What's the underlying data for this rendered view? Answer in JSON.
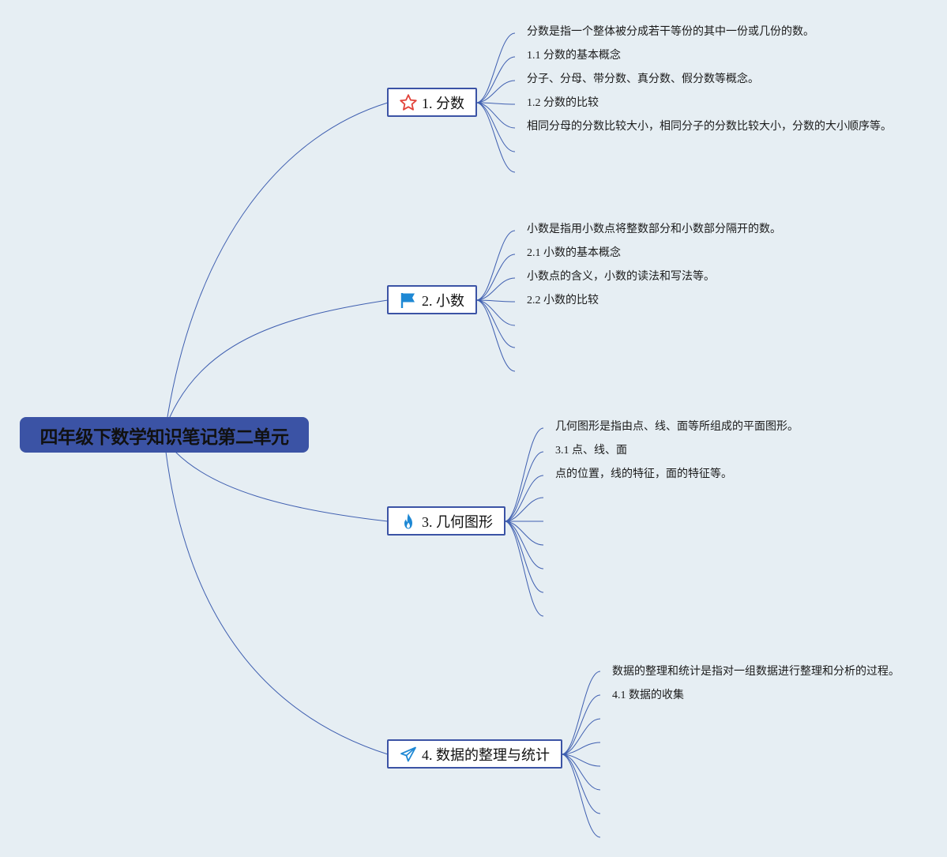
{
  "root": {
    "title": "四年级下数学知识笔记第二单元"
  },
  "colors": {
    "background": "#e6eef3",
    "accent": "#3b53a5",
    "link": "#3f5fb0"
  },
  "branches": [
    {
      "label": "1. 分数",
      "icon": "star-icon",
      "items": [
        "分数是指一个整体被分成若干等份的其中一份或几份的数。",
        "1.1 分数的基本概念",
        "分子、分母、带分数、真分数、假分数等概念。",
        "1.2 分数的比较",
        "相同分母的分数比较大小，相同分子的分数比较大小，分数的大小顺序等。",
        "",
        ""
      ]
    },
    {
      "label": "2. 小数",
      "icon": "flag-icon",
      "items": [
        "小数是指用小数点将整数部分和小数部分隔开的数。",
        "2.1 小数的基本概念",
        "小数点的含义，小数的读法和写法等。",
        "2.2 小数的比较",
        "",
        "",
        ""
      ]
    },
    {
      "label": "3. 几何图形",
      "icon": "fire-icon",
      "items": [
        "几何图形是指由点、线、面等所组成的平面图形。",
        "3.1 点、线、面",
        "点的位置，线的特征，面的特征等。",
        "",
        "",
        "",
        "",
        "",
        ""
      ]
    },
    {
      "label": "4. 数据的整理与统计",
      "icon": "paper-plane-icon",
      "items": [
        "数据的整理和统计是指对一组数据进行整理和分析的过程。",
        "4.1 数据的收集",
        "",
        "",
        "",
        "",
        "",
        ""
      ]
    }
  ]
}
